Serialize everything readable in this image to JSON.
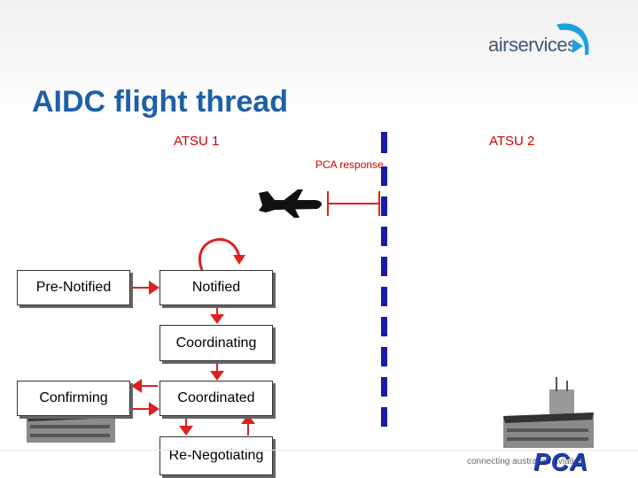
{
  "title": "AIDC flight thread",
  "atsu1": "ATSU 1",
  "atsu2": "ATSU 2",
  "pca_response": "PCA response",
  "states": {
    "pre_notified": "Pre-Notified",
    "notified": "Notified",
    "coordinating": "Coordinating",
    "confirming": "Confirming",
    "coordinated": "Coordinated",
    "re_negotiating": "Re-Negotiating"
  },
  "brand": {
    "name": "airservices",
    "tagline": "connecting australian aviation",
    "pca_logo": "PCA"
  },
  "colors": {
    "title": "#1f5fa8",
    "label": "#cc0000",
    "arrow": "#e02020",
    "boundary": "#1a1aa8"
  },
  "icons": [
    "aircraft-icon",
    "building-icon",
    "airservices-swoosh-icon"
  ]
}
